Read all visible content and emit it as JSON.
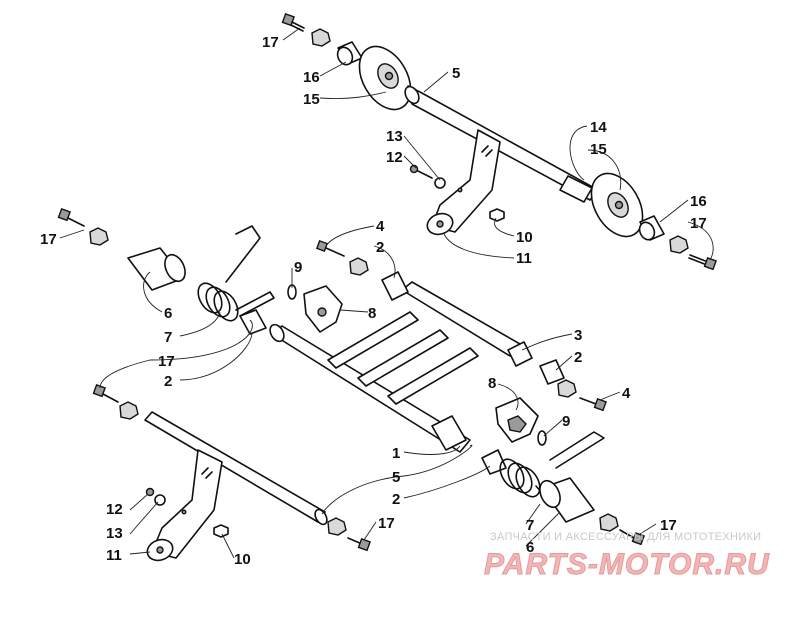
{
  "callouts": [
    {
      "id": "c17a",
      "text": "17"
    },
    {
      "id": "c16a",
      "text": "16"
    },
    {
      "id": "c15a",
      "text": "15"
    },
    {
      "id": "c5a",
      "text": "5"
    },
    {
      "id": "c13a",
      "text": "13"
    },
    {
      "id": "c12a",
      "text": "12"
    },
    {
      "id": "c14",
      "text": "14"
    },
    {
      "id": "c15b",
      "text": "15"
    },
    {
      "id": "c16b",
      "text": "16"
    },
    {
      "id": "c17b",
      "text": "17"
    },
    {
      "id": "c10a",
      "text": "10"
    },
    {
      "id": "c11a",
      "text": "11"
    },
    {
      "id": "c17c",
      "text": "17"
    },
    {
      "id": "c4a",
      "text": "4"
    },
    {
      "id": "c2a",
      "text": "2"
    },
    {
      "id": "c9a",
      "text": "9"
    },
    {
      "id": "c8a",
      "text": "8"
    },
    {
      "id": "c6a",
      "text": "6"
    },
    {
      "id": "c7a",
      "text": "7"
    },
    {
      "id": "c17d",
      "text": "17"
    },
    {
      "id": "c2b",
      "text": "2"
    },
    {
      "id": "c3",
      "text": "3"
    },
    {
      "id": "c2c",
      "text": "2"
    },
    {
      "id": "c8b",
      "text": "8"
    },
    {
      "id": "c4b",
      "text": "4"
    },
    {
      "id": "c9b",
      "text": "9"
    },
    {
      "id": "c1",
      "text": "1"
    },
    {
      "id": "c5b",
      "text": "5"
    },
    {
      "id": "c2d",
      "text": "2"
    },
    {
      "id": "c12b",
      "text": "12"
    },
    {
      "id": "c13b",
      "text": "13"
    },
    {
      "id": "c11b",
      "text": "11"
    },
    {
      "id": "c10b",
      "text": "10"
    },
    {
      "id": "c17e",
      "text": "17"
    },
    {
      "id": "c7b",
      "text": "7"
    },
    {
      "id": "c6b",
      "text": "6"
    },
    {
      "id": "c17f",
      "text": "17"
    }
  ],
  "watermark": {
    "tagline": "ЗАПЧАСТИ И АКСЕССУАРЫ ДЛЯ МОТОТЕХНИКИ",
    "logo": "PARTS-MOTOR.RU"
  }
}
